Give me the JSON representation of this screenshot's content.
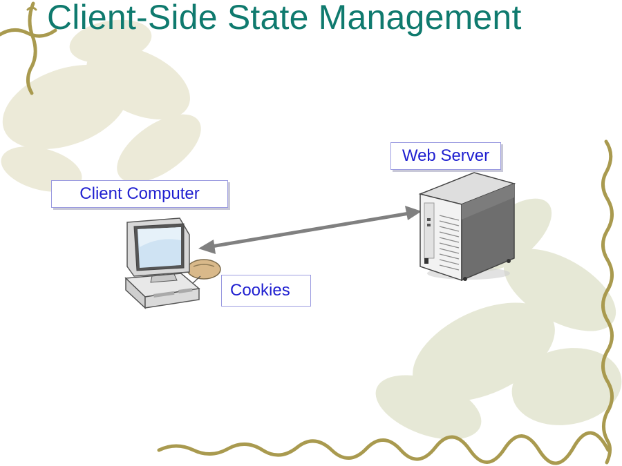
{
  "slide": {
    "title": "Client-Side State Management"
  },
  "diagram": {
    "nodes": [
      {
        "id": "client",
        "label": "Client Computer",
        "icon": "desktop-computer-icon"
      },
      {
        "id": "server",
        "label": "Web Server",
        "icon": "server-tower-icon"
      },
      {
        "id": "cookies",
        "label": "Cookies"
      }
    ],
    "edges": [
      {
        "from": "client",
        "to": "server",
        "direction": "both"
      }
    ]
  },
  "colors": {
    "title": "#0f7a6e",
    "label_text": "#1f1fd0",
    "label_border": "#9a9ae0",
    "arrow": "#808080",
    "vine": "#a99a4f"
  }
}
